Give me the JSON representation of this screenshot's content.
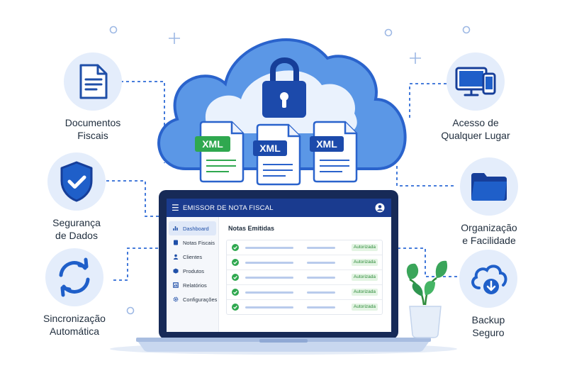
{
  "colors": {
    "accent": "#1f5fc9",
    "dark_blue": "#1a3b8f",
    "light_circle": "#e4edfb",
    "green": "#2fa84f",
    "text": "#1f2d3d"
  },
  "features": {
    "documentos": {
      "line1": "Documentos",
      "line2": "Fiscais",
      "icon": "document-icon"
    },
    "seguranca": {
      "line1": "Segurança",
      "line2": "de Dados",
      "icon": "shield-check-icon"
    },
    "sincronizacao": {
      "line1": "Sincronização",
      "line2": "Automática",
      "icon": "sync-icon"
    },
    "acesso": {
      "line1": "Acesso de",
      "line2": "Qualquer Lugar",
      "icon": "devices-icon"
    },
    "organizacao": {
      "line1": "Organização",
      "line2": "e Facilidade",
      "icon": "folder-icon"
    },
    "backup": {
      "line1": "Backup",
      "line2": "Seguro",
      "icon": "cloud-download-icon"
    }
  },
  "cloud": {
    "icon": "padlock-icon",
    "files": [
      {
        "label": "XML"
      },
      {
        "label": "XML"
      },
      {
        "label": "XML"
      }
    ]
  },
  "app": {
    "menu_icon": "☰",
    "title": "EMISSOR DE NOTA FISCAL",
    "sidebar": [
      {
        "label": "Dashboard",
        "icon": "bar-chart-icon",
        "active": true
      },
      {
        "label": "Notas Fiscais",
        "icon": "doc-icon"
      },
      {
        "label": "Clientes",
        "icon": "person-icon"
      },
      {
        "label": "Produtos",
        "icon": "box-icon"
      },
      {
        "label": "Relatórios",
        "icon": "report-icon"
      },
      {
        "label": "Configurações",
        "icon": "gear-icon"
      }
    ],
    "section_title": "Notas Emitidas",
    "rows": [
      {
        "status": "Autorizada"
      },
      {
        "status": "Autorizada"
      },
      {
        "status": "Autorizada"
      },
      {
        "status": "Autorizada"
      },
      {
        "status": "Autorizada"
      }
    ]
  }
}
